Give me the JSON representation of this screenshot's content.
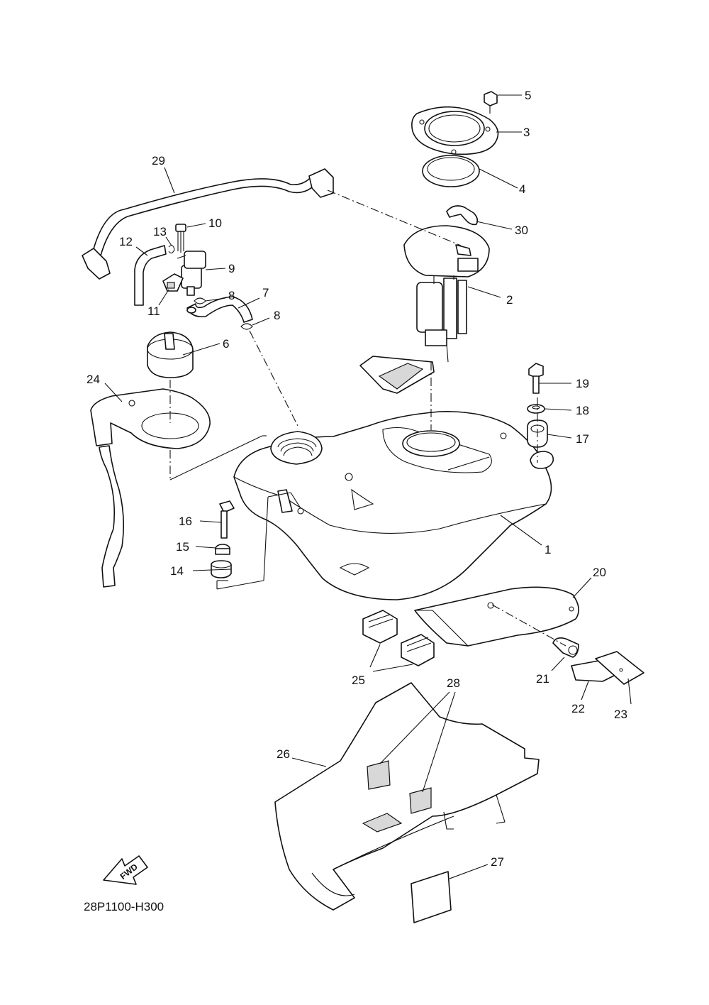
{
  "diagram_code": "28P1100-H300",
  "fwd_label": "FWD",
  "callouts": [
    {
      "id": "c1",
      "text": "1"
    },
    {
      "id": "c2",
      "text": "2"
    },
    {
      "id": "c3",
      "text": "3"
    },
    {
      "id": "c4",
      "text": "4"
    },
    {
      "id": "c5",
      "text": "5"
    },
    {
      "id": "c6",
      "text": "6"
    },
    {
      "id": "c7",
      "text": "7"
    },
    {
      "id": "c8a",
      "text": "8"
    },
    {
      "id": "c8b",
      "text": "8"
    },
    {
      "id": "c9",
      "text": "9"
    },
    {
      "id": "c10",
      "text": "10"
    },
    {
      "id": "c11",
      "text": "11"
    },
    {
      "id": "c12",
      "text": "12"
    },
    {
      "id": "c13",
      "text": "13"
    },
    {
      "id": "c14",
      "text": "14"
    },
    {
      "id": "c15",
      "text": "15"
    },
    {
      "id": "c16",
      "text": "16"
    },
    {
      "id": "c17",
      "text": "17"
    },
    {
      "id": "c18",
      "text": "18"
    },
    {
      "id": "c19",
      "text": "19"
    },
    {
      "id": "c20",
      "text": "20"
    },
    {
      "id": "c21",
      "text": "21"
    },
    {
      "id": "c22",
      "text": "22"
    },
    {
      "id": "c23",
      "text": "23"
    },
    {
      "id": "c24",
      "text": "24"
    },
    {
      "id": "c25",
      "text": "25"
    },
    {
      "id": "c26",
      "text": "26"
    },
    {
      "id": "c27",
      "text": "27"
    },
    {
      "id": "c28",
      "text": "28"
    },
    {
      "id": "c29",
      "text": "29"
    },
    {
      "id": "c30",
      "text": "30"
    }
  ]
}
